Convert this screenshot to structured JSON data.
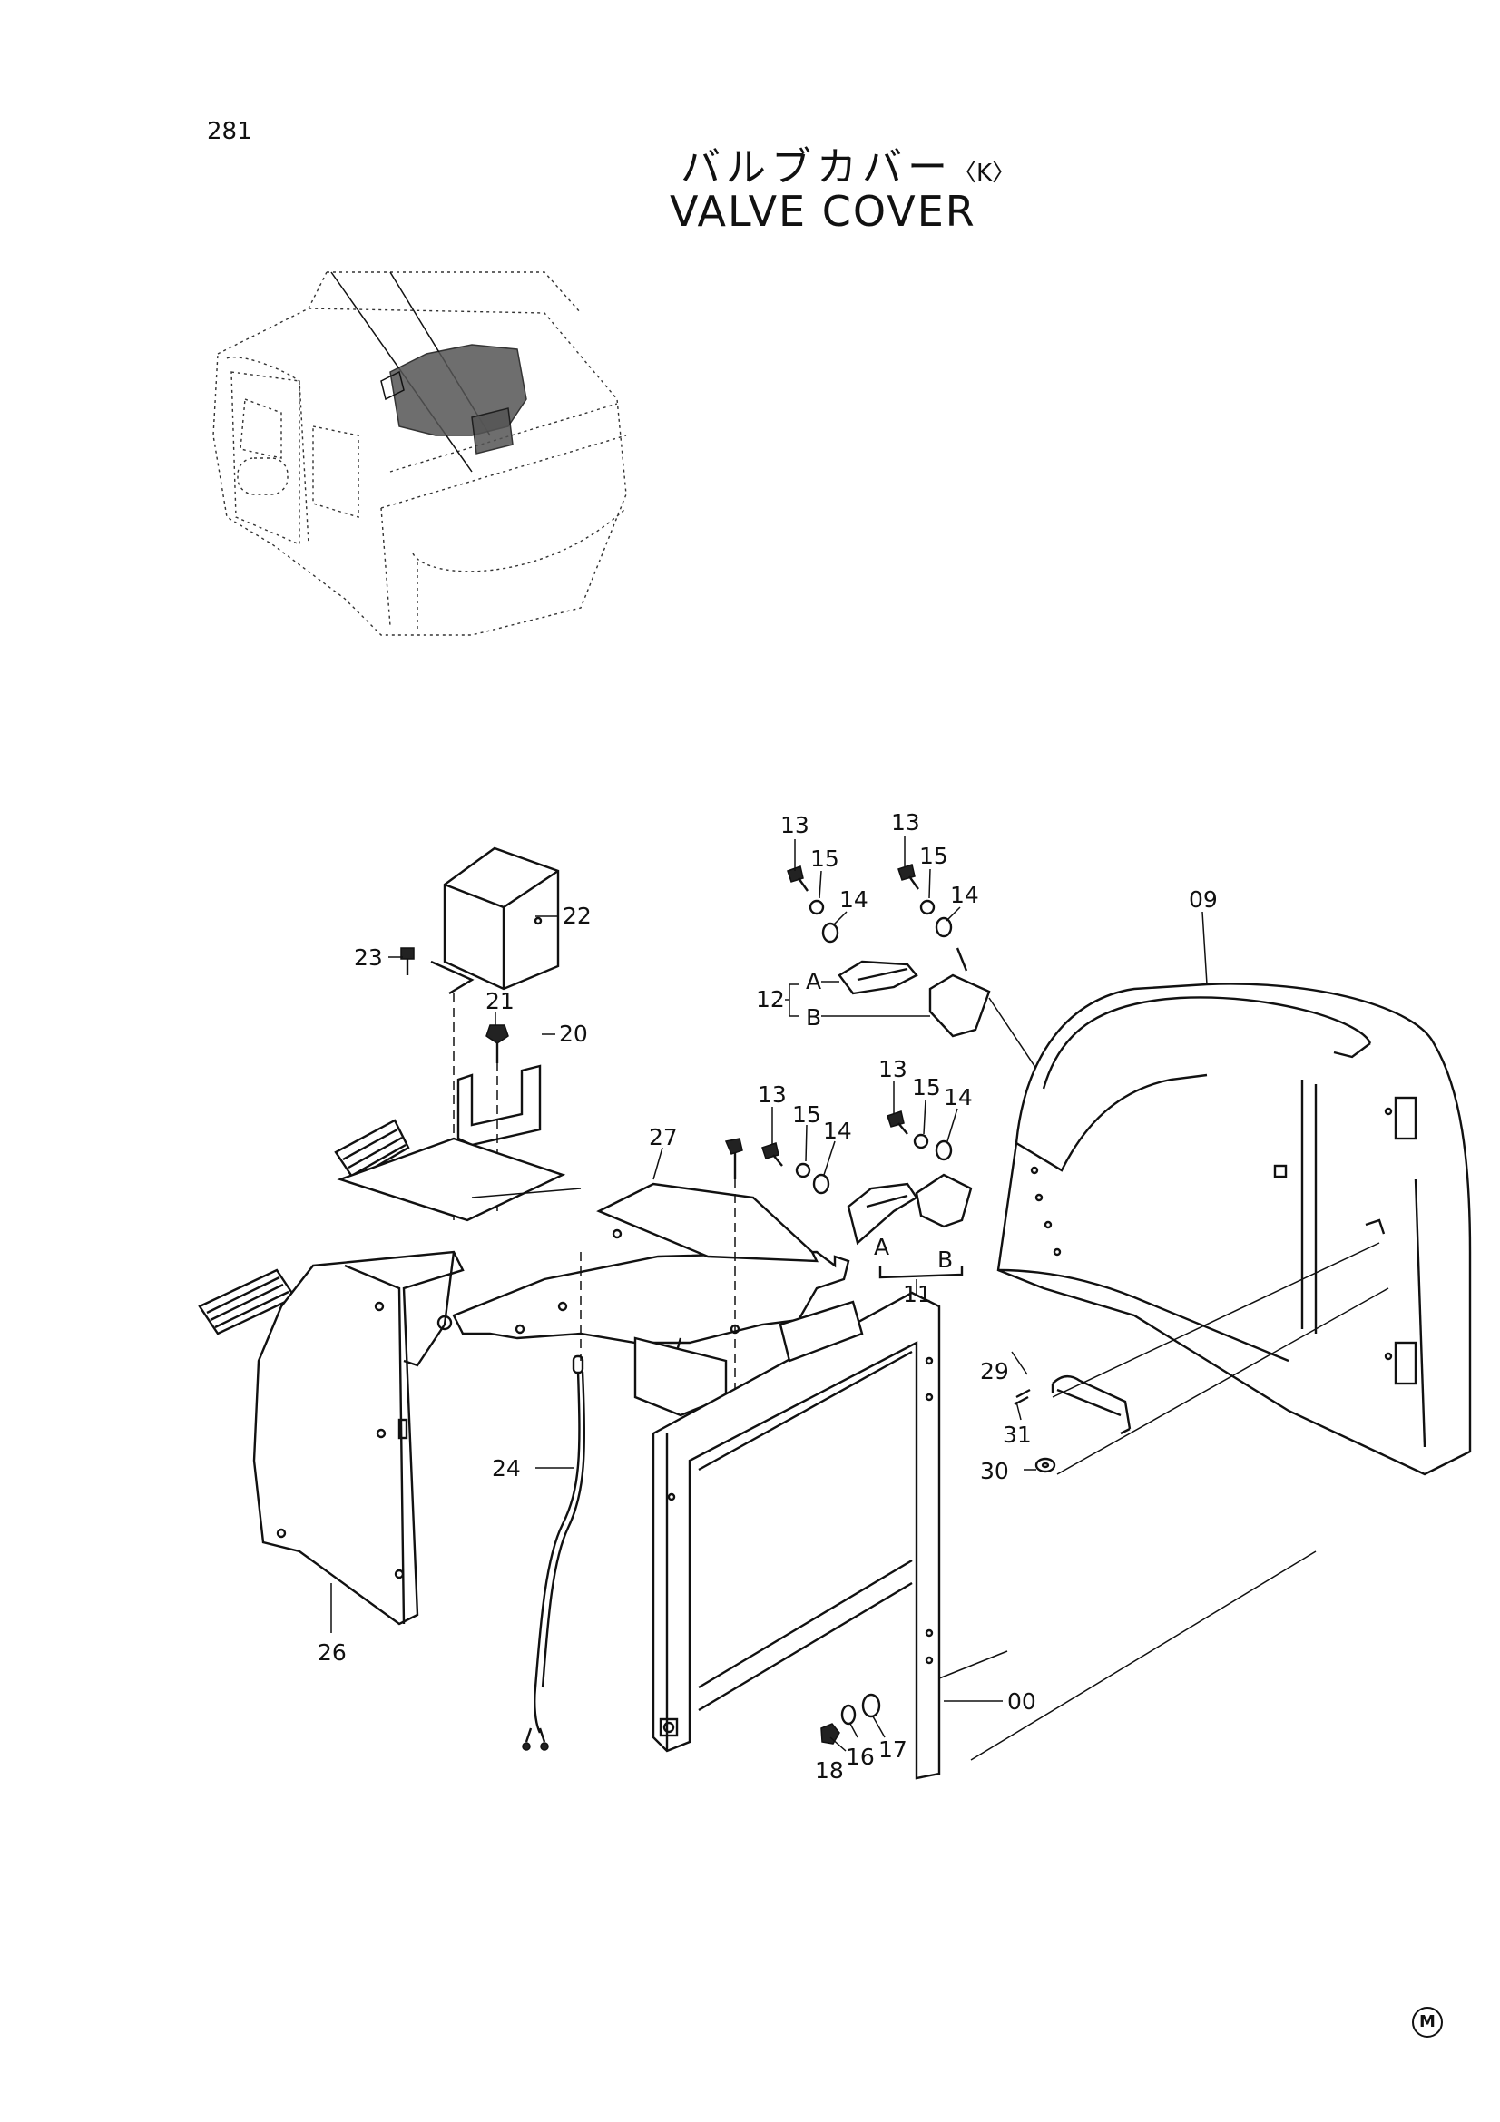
{
  "page": {
    "number": "281",
    "title_jp": "バルブカバー",
    "title_variant": "〈K〉",
    "title_en": "VALVE COVER",
    "corner_mark": "M"
  },
  "callouts": {
    "c00": "00",
    "c09": "09",
    "c11": "11",
    "c12": "12",
    "c13a": "13",
    "c13b": "13",
    "c13c": "13",
    "c13d": "13",
    "c14a": "14",
    "c14b": "14",
    "c14c": "14",
    "c14d": "14",
    "c15a": "15",
    "c15b": "15",
    "c15c": "15",
    "c15d": "15",
    "c16": "16",
    "c17": "17",
    "c18": "18",
    "c20": "20",
    "c21": "21",
    "c22": "22",
    "c23": "23",
    "c24": "24",
    "c26": "26",
    "c27": "27",
    "c29": "29",
    "c30": "30",
    "c31": "31",
    "a1": "A",
    "b1": "B",
    "a2": "A",
    "b2": "B"
  }
}
